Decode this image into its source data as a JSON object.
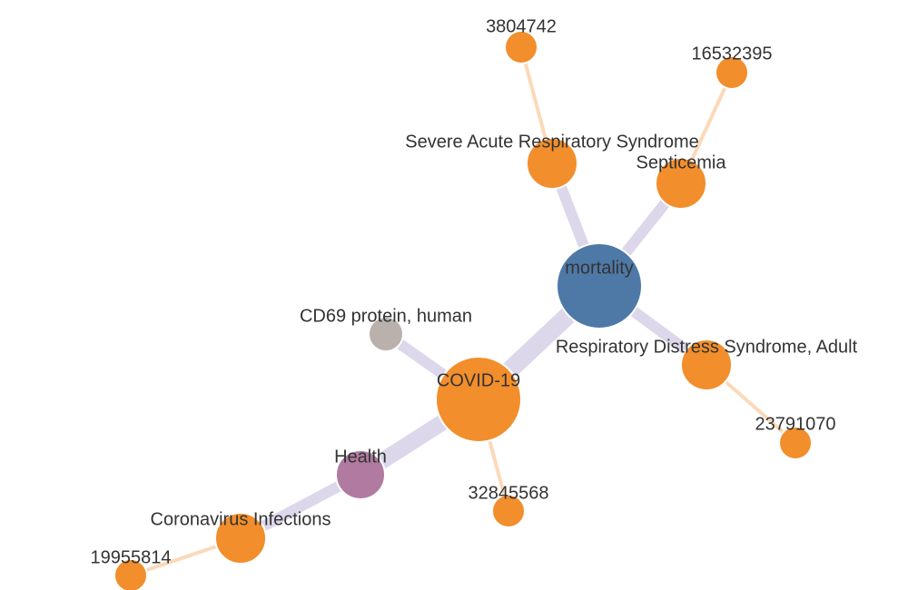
{
  "colors": {
    "concept_orange": "#f28e2b",
    "mortality_blue": "#4e79a7",
    "health_purple": "#b07aa1",
    "protein_gray": "#bab0ac",
    "concept_edge": "#dcd7ea",
    "article_edge": "#fbd9b9"
  },
  "nodes": [
    {
      "id": "mortality",
      "label": "mortality",
      "color": "#4e79a7",
      "type": "concept"
    },
    {
      "id": "covid",
      "label": "COVID-19",
      "color": "#f28e2b",
      "type": "concept"
    },
    {
      "id": "sars",
      "label": "Severe Acute Respiratory Syndrome",
      "color": "#f28e2b",
      "type": "concept"
    },
    {
      "id": "septicemia",
      "label": "Septicemia",
      "color": "#f28e2b",
      "type": "concept"
    },
    {
      "id": "ards",
      "label": "Respiratory Distress Syndrome, Adult",
      "color": "#f28e2b",
      "type": "concept"
    },
    {
      "id": "cd69",
      "label": "CD69 protein, human",
      "color": "#bab0ac",
      "type": "concept"
    },
    {
      "id": "health",
      "label": "Health",
      "color": "#b07aa1",
      "type": "concept"
    },
    {
      "id": "coronavirus",
      "label": "Coronavirus Infections",
      "color": "#f28e2b",
      "type": "concept"
    },
    {
      "id": "a3804742",
      "label": "3804742",
      "color": "#f28e2b",
      "type": "article"
    },
    {
      "id": "a16532395",
      "label": "16532395",
      "color": "#f28e2b",
      "type": "article"
    },
    {
      "id": "a23791070",
      "label": "23791070",
      "color": "#f28e2b",
      "type": "article"
    },
    {
      "id": "a32845568",
      "label": "32845568",
      "color": "#f28e2b",
      "type": "article"
    },
    {
      "id": "a19955814",
      "label": "19955814",
      "color": "#f28e2b",
      "type": "article"
    }
  ],
  "edges": [
    {
      "source": "mortality",
      "target": "covid",
      "type": "concept"
    },
    {
      "source": "mortality",
      "target": "sars",
      "type": "concept"
    },
    {
      "source": "mortality",
      "target": "septicemia",
      "type": "concept"
    },
    {
      "source": "mortality",
      "target": "ards",
      "type": "concept"
    },
    {
      "source": "covid",
      "target": "cd69",
      "type": "concept"
    },
    {
      "source": "covid",
      "target": "health",
      "type": "concept"
    },
    {
      "source": "health",
      "target": "coronavirus",
      "type": "concept"
    },
    {
      "source": "sars",
      "target": "a3804742",
      "type": "article"
    },
    {
      "source": "septicemia",
      "target": "a16532395",
      "type": "article"
    },
    {
      "source": "ards",
      "target": "a23791070",
      "type": "article"
    },
    {
      "source": "covid",
      "target": "a32845568",
      "type": "article"
    },
    {
      "source": "coronavirus",
      "target": "a19955814",
      "type": "article"
    }
  ]
}
